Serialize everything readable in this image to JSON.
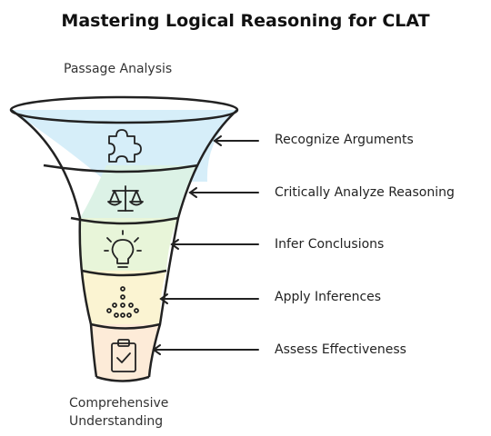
{
  "title": "Mastering Logical Reasoning for CLAT",
  "input_label": "Passage Analysis",
  "output_label": {
    "line1": "Comprehensive",
    "line2": "Understanding"
  },
  "steps": [
    {
      "label": "Recognize Arguments",
      "icon": "puzzle-icon",
      "color": "#d6eef9"
    },
    {
      "label": "Critically Analyze Reasoning",
      "icon": "scales-icon",
      "color": "#dcf2e6"
    },
    {
      "label": "Infer Conclusions",
      "icon": "lightbulb-icon",
      "color": "#e8f5d9"
    },
    {
      "label": "Apply Inferences",
      "icon": "dots-arrow-icon",
      "color": "#fbf4d2"
    },
    {
      "label": "Assess Effectiveness",
      "icon": "clipboard-check-icon",
      "color": "#fdebd8"
    }
  ]
}
